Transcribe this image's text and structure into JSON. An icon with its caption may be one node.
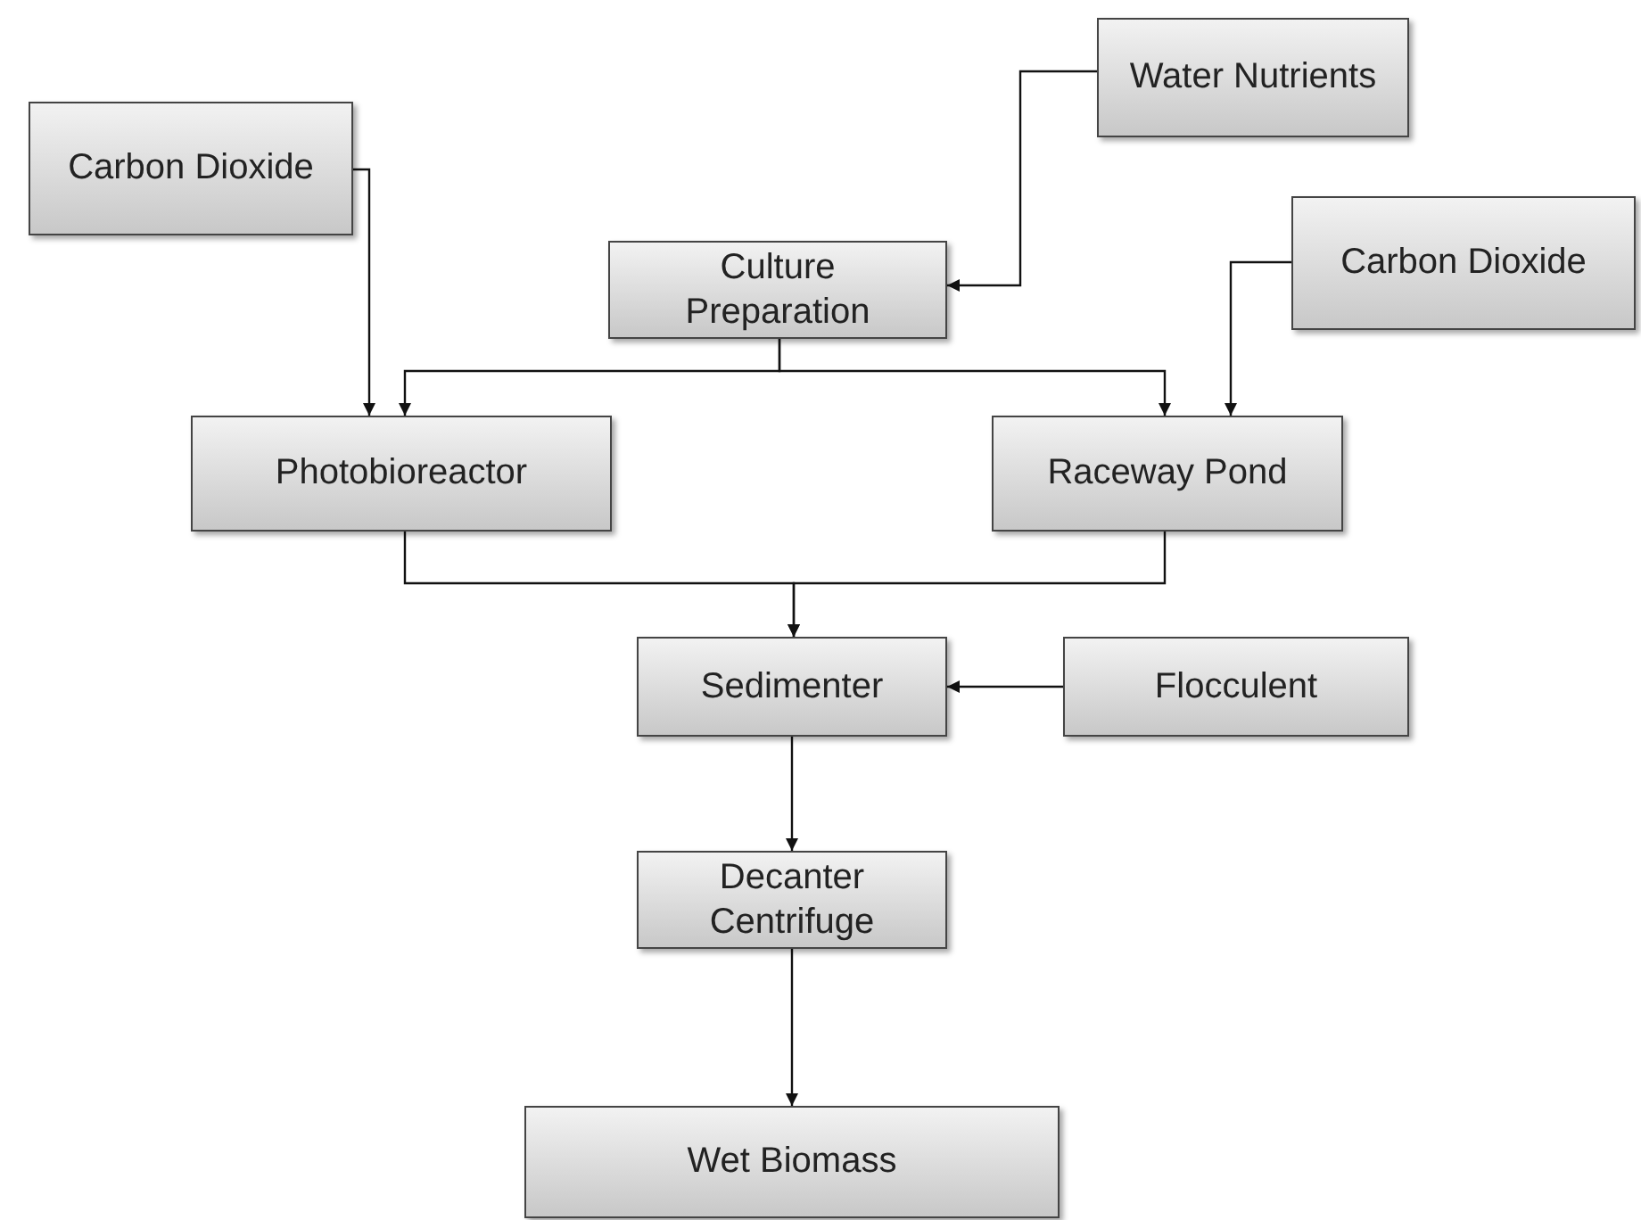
{
  "diagram": {
    "nodes": [
      {
        "text": [
          "Carbon Dioxide"
        ]
      },
      {
        "text": [
          "Water Nutrients"
        ]
      },
      {
        "text": [
          "Culture Preparation"
        ]
      },
      {
        "text": [
          "Carbon Dioxide"
        ]
      },
      {
        "text": [
          "Photobioreactor"
        ]
      },
      {
        "text": [
          "Raceway Pond"
        ]
      },
      {
        "text": [
          "Sedimenter"
        ]
      },
      {
        "text": [
          "Flocculent"
        ]
      },
      {
        "text": [
          "Decanter Centrifuge"
        ]
      },
      {
        "text": [
          "Wet Biomass"
        ]
      }
    ],
    "edges": [
      {
        "from": 0,
        "to": 4,
        "arrow": "to"
      },
      {
        "from": 1,
        "to": 2,
        "arrow": "to"
      },
      {
        "from": 2,
        "to": 4,
        "arrow": "to"
      },
      {
        "from": 2,
        "to": 5,
        "arrow": "to"
      },
      {
        "from": 3,
        "to": 5,
        "arrow": "to"
      },
      {
        "from": 4,
        "to": 6,
        "arrow": "to"
      },
      {
        "from": 5,
        "to": 6,
        "arrow": "to"
      },
      {
        "from": 7,
        "to": 6,
        "arrow": "to"
      },
      {
        "from": 6,
        "to": 8,
        "arrow": "to"
      },
      {
        "from": 8,
        "to": 9,
        "arrow": "to"
      }
    ]
  }
}
